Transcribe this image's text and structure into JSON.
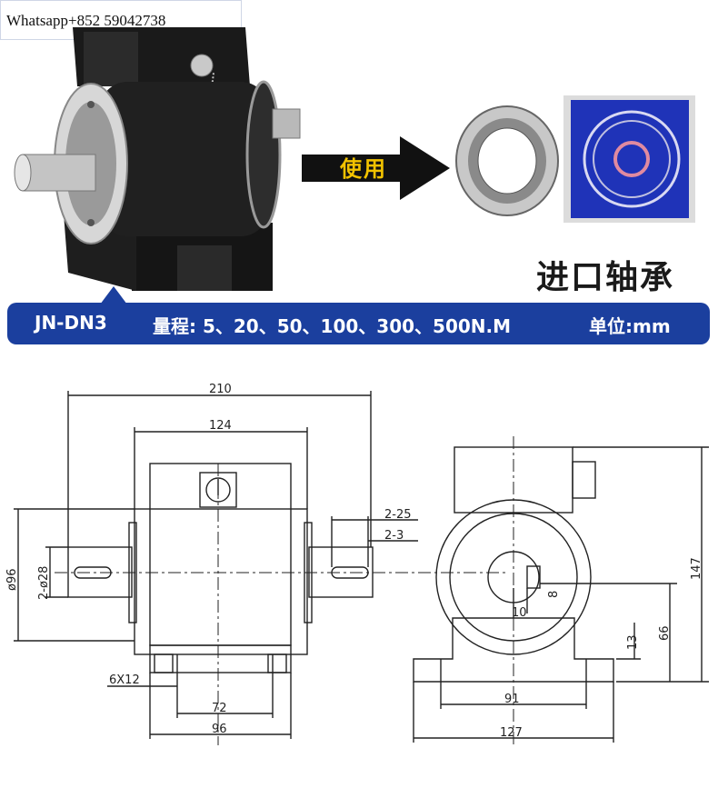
{
  "watermark": "Whatsapp+852 59042738",
  "arrow_label": "使用",
  "bearing_title": "进口轴承",
  "banner": {
    "model": "JN-DN3",
    "range": "量程: 5、20、50、100、300、500N.M",
    "unit": "单位:mm"
  },
  "dimensions": {
    "overall_length": "210",
    "body_length": "124",
    "keyway_depth": "2-25",
    "keyway_width": "2-3",
    "outer_diameter": "ø96",
    "shaft_diameter": "2-ø28",
    "bolt_holes": "6X12",
    "base_hole_spacing": "72",
    "base_length": "96",
    "side_height": "147",
    "center_height": "66",
    "base_thickness": "13",
    "key_height": "8",
    "key_width": "10",
    "side_hole_spacing": "91",
    "side_base_width": "127"
  },
  "colors": {
    "banner": "#1b3f9e",
    "arrow_text": "#f2c200",
    "bearing_box": "#1f33b8"
  }
}
